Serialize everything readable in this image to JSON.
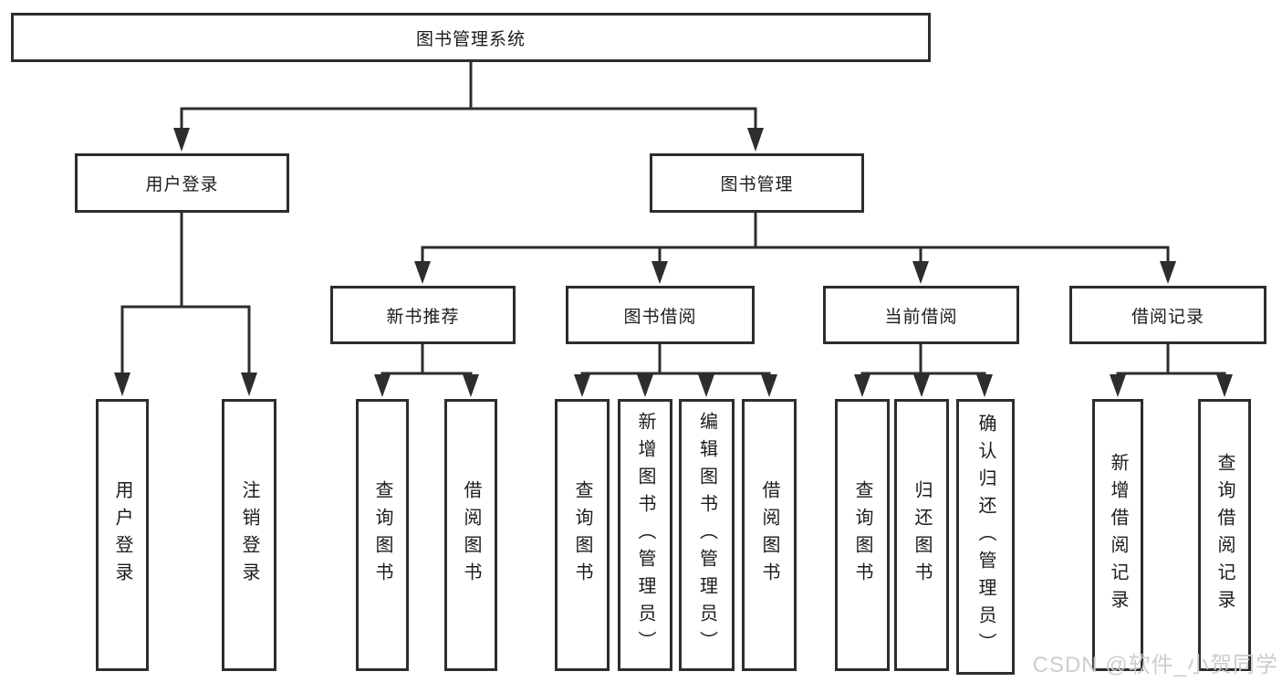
{
  "tree": {
    "label": "图书管理系统",
    "children": [
      {
        "label": "用户登录",
        "children": [
          {
            "label": "用户登录"
          },
          {
            "label": "注销登录"
          }
        ]
      },
      {
        "label": "图书管理",
        "children": [
          {
            "label": "新书推荐",
            "children": [
              {
                "label": "查询图书"
              },
              {
                "label": "借阅图书"
              }
            ]
          },
          {
            "label": "图书借阅",
            "children": [
              {
                "label": "查询图书"
              },
              {
                "label": "新增图书（管理员）"
              },
              {
                "label": "编辑图书（管理员）"
              },
              {
                "label": "借阅图书"
              }
            ]
          },
          {
            "label": "当前借阅",
            "children": [
              {
                "label": "查询图书"
              },
              {
                "label": "归还图书"
              },
              {
                "label": "确认归还（管理员）"
              }
            ]
          },
          {
            "label": "借阅记录",
            "children": [
              {
                "label": "新增借阅记录"
              },
              {
                "label": "查询借阅记录"
              }
            ]
          }
        ]
      }
    ]
  },
  "watermark": "CSDN @软件_小贺同学",
  "colors": {
    "line": "#2d2d2d",
    "text": "#1c1c1c",
    "background": "#ffffff",
    "watermark": "#cacaca"
  }
}
